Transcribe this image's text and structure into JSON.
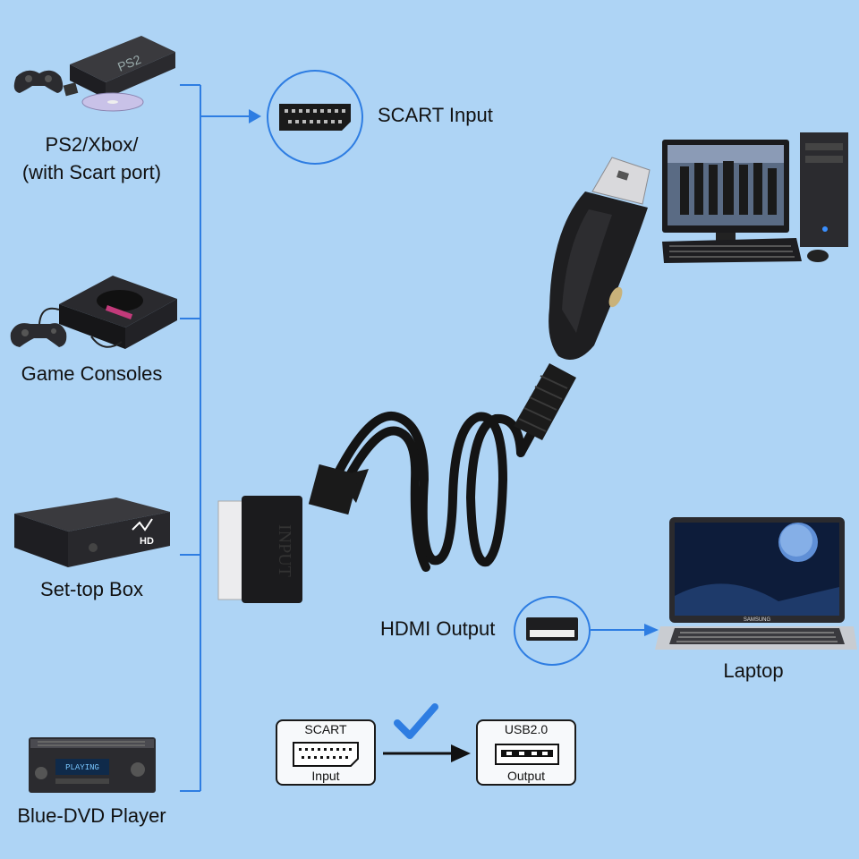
{
  "sources": {
    "ps2": {
      "label_line1": "PS2/Xbox/",
      "label_line2": "(with Scart port)",
      "icon": "game-console-icon"
    },
    "game_consoles": {
      "label": "Game Consoles",
      "icon": "retro-console-icon"
    },
    "settop": {
      "label": "Set-top Box",
      "icon": "set-top-box-icon",
      "logo_text": "HD"
    },
    "dvd": {
      "label": "Blue-DVD Player",
      "icon": "dvd-player-icon",
      "display_text": "PLAYING"
    }
  },
  "input": {
    "label": "SCART Input",
    "icon": "scart-port-icon"
  },
  "cable": {
    "plug_text": "INPUT",
    "icon": "scart-to-usb-cable-icon"
  },
  "computer": {
    "icon": "desktop-computer-icon"
  },
  "output": {
    "label": "HDMI Output",
    "icon": "hdmi-port-icon"
  },
  "laptop": {
    "label": "Laptop",
    "icon": "laptop-icon",
    "brand": "SAMSUNG"
  },
  "flow": {
    "scart_box": {
      "top": "SCART",
      "bottom": "Input"
    },
    "usb_box": {
      "top": "USB2.0",
      "bottom": "Output"
    },
    "check_icon": "checkmark-icon",
    "arrow_icon": "right-arrow-icon"
  },
  "colors": {
    "background": "#aed4f5",
    "accent": "#2e7de2",
    "device": "#1c1c1c"
  }
}
